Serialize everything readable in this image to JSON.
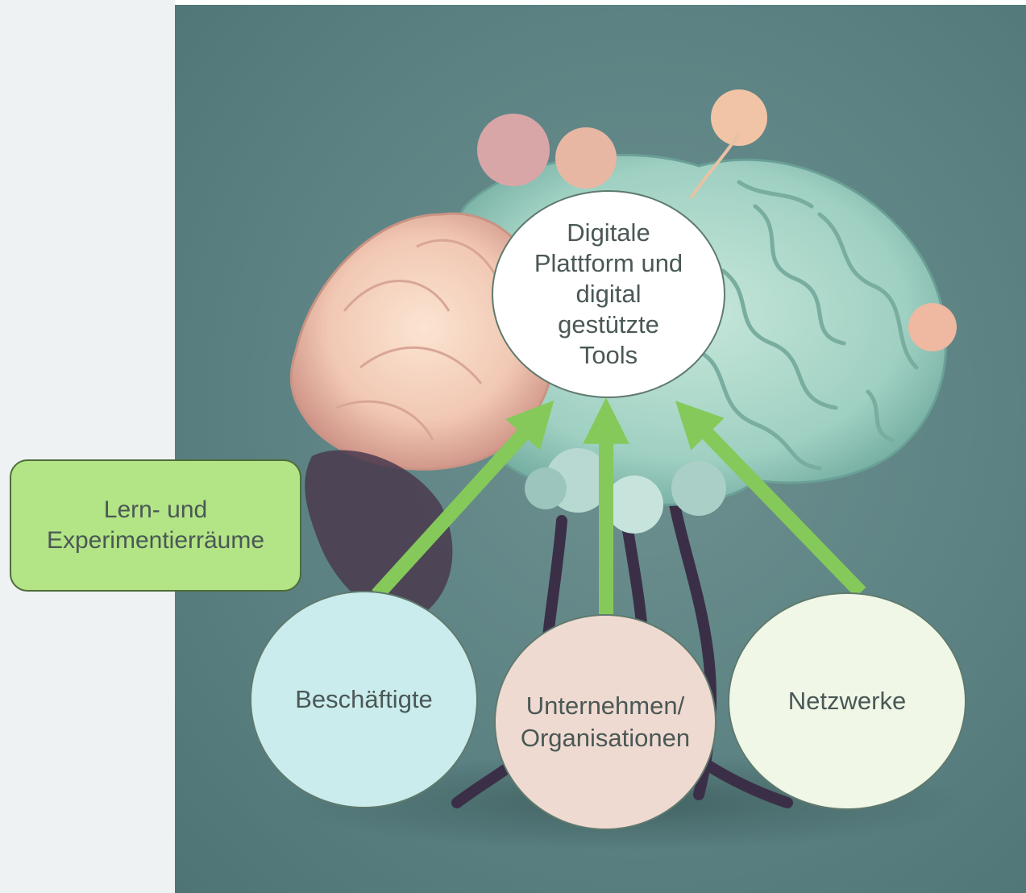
{
  "center": {
    "label": "Digitale\nPlattform und\ndigital\ngestützte\nTools"
  },
  "learning_space": {
    "label": "Lern- und\nExperimentierräume"
  },
  "nodes": [
    {
      "label": "Beschäftigte"
    },
    {
      "label": "Unternehmen/\nOrganisationen"
    },
    {
      "label": "Netzwerke"
    }
  ],
  "colors": {
    "arrow": "#84c95a",
    "center_fill": "#ffffff",
    "learning_fill": "#b3e485",
    "besch_fill": "#cbecec",
    "unter_fill": "#efdad1",
    "netz_fill": "#f0f7e6",
    "background": "#5c8283"
  }
}
